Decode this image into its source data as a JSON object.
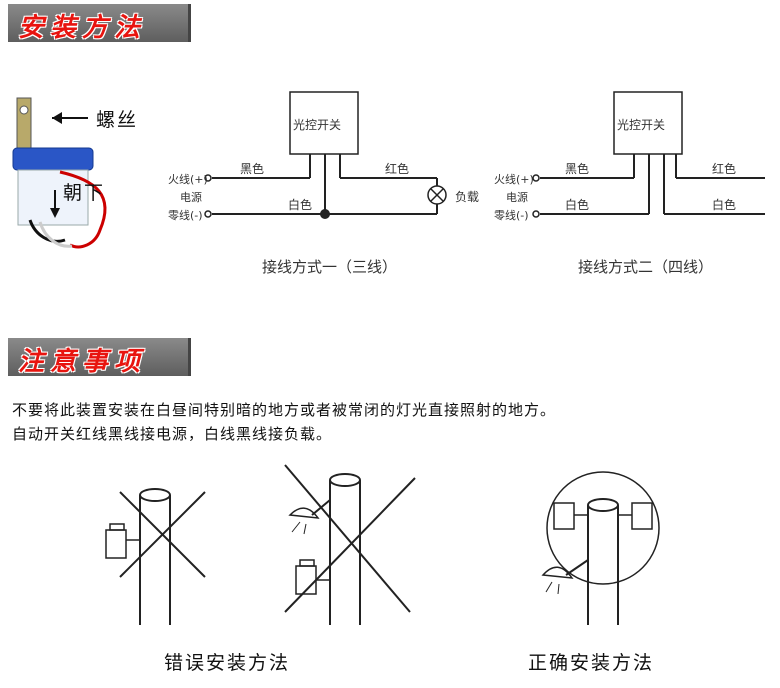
{
  "section1": {
    "title": "安装方法"
  },
  "section2": {
    "title": "注意事项"
  },
  "sensor": {
    "screw_label": "螺丝",
    "facing_label": "朝下"
  },
  "diagram1": {
    "switch_label": "光控开关",
    "fire_label": "火线(+)",
    "power_label": "电源",
    "neutral_label": "零线(-)",
    "black_label": "黑色",
    "white_label": "白色",
    "red_label": "红色",
    "load_label": "负载",
    "caption": "接线方式一（三线）"
  },
  "diagram2": {
    "switch_label": "光控开关",
    "fire_label": "火线(+)",
    "power_label": "电源",
    "neutral_label": "零线(-)",
    "black_label": "黑色",
    "white_label": "白色",
    "red_label": "红色",
    "white_label_right": "白色",
    "caption": "接线方式二（四线）"
  },
  "notes": {
    "line1": "不要将此装置安装在白昼间特别暗的地方或者被常闭的灯光直接照射的地方。",
    "line2": "自动开关红线黑线接电源，白线黑线接负载。"
  },
  "install": {
    "wrong_caption": "错误安装方法",
    "correct_caption": "正确安装方法"
  }
}
